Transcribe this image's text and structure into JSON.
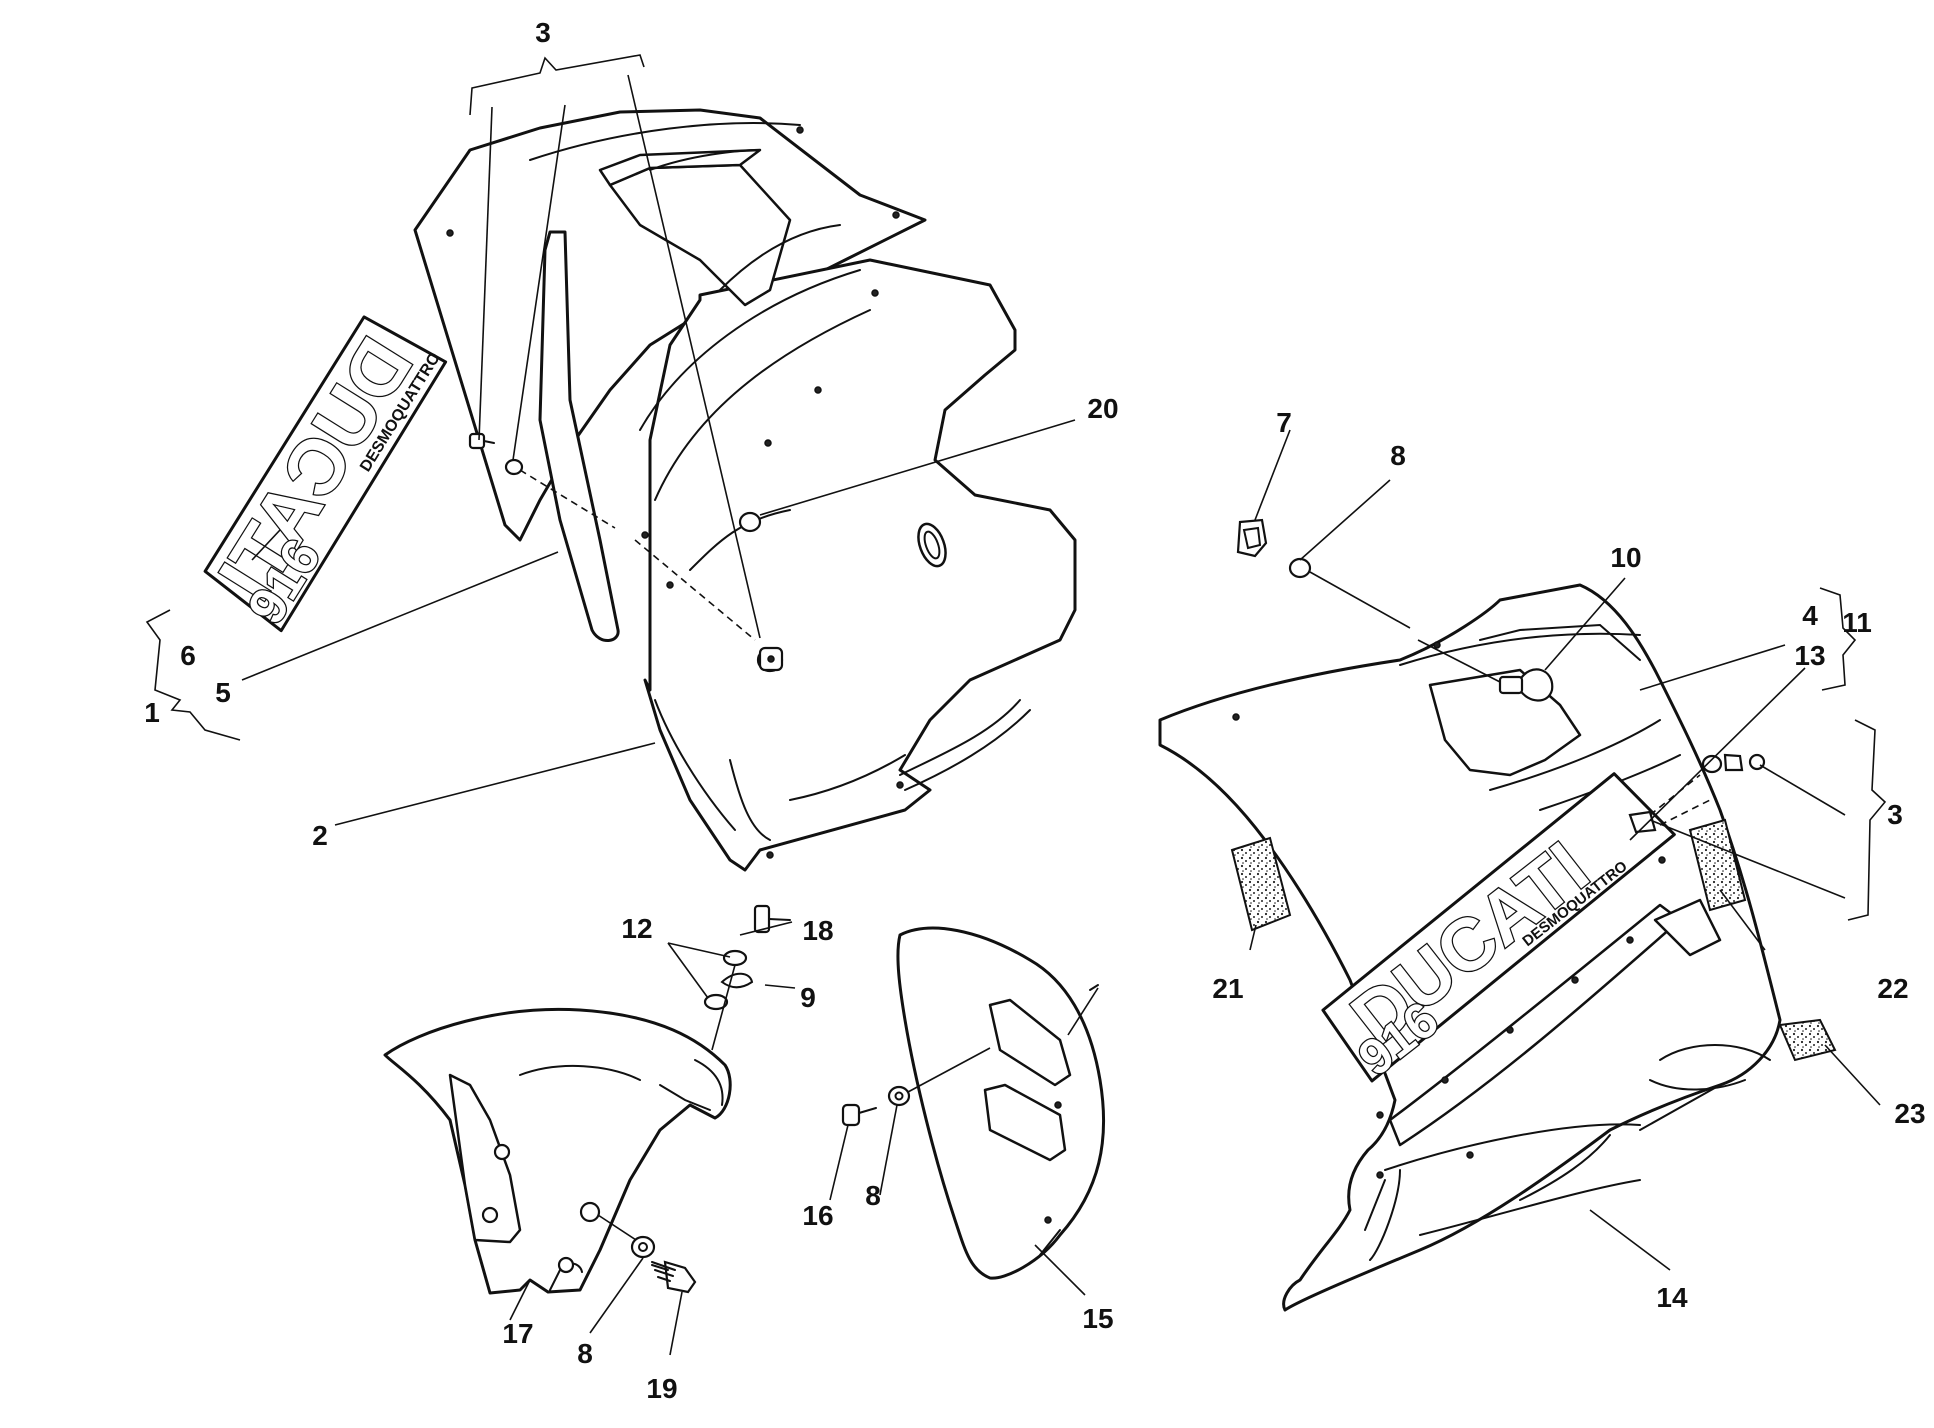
{
  "callouts": [
    {
      "id": "c1",
      "text": "1"
    },
    {
      "id": "c2",
      "text": "2"
    },
    {
      "id": "c3a",
      "text": "3"
    },
    {
      "id": "c3b",
      "text": "3"
    },
    {
      "id": "c4",
      "text": "4"
    },
    {
      "id": "c5",
      "text": "5"
    },
    {
      "id": "c6",
      "text": "6"
    },
    {
      "id": "c7",
      "text": "7"
    },
    {
      "id": "c8a",
      "text": "8"
    },
    {
      "id": "c8b",
      "text": "8"
    },
    {
      "id": "c8c",
      "text": "8"
    },
    {
      "id": "c9",
      "text": "9"
    },
    {
      "id": "c10",
      "text": "10"
    },
    {
      "id": "c11",
      "text": "11"
    },
    {
      "id": "c12",
      "text": "12"
    },
    {
      "id": "c13",
      "text": "13"
    },
    {
      "id": "c14",
      "text": "14"
    },
    {
      "id": "c15",
      "text": "15"
    },
    {
      "id": "c16",
      "text": "16"
    },
    {
      "id": "c17",
      "text": "17"
    },
    {
      "id": "c18",
      "text": "18"
    },
    {
      "id": "c19",
      "text": "19"
    },
    {
      "id": "c20",
      "text": "20"
    },
    {
      "id": "c21",
      "text": "21"
    },
    {
      "id": "c22",
      "text": "22"
    },
    {
      "id": "c23",
      "text": "23"
    }
  ],
  "decals": {
    "left_brand": "DUCATI",
    "left_model": "916",
    "left_sub": "DESMOQUATTRO",
    "right_brand": "DUCATI",
    "right_model": "916",
    "right_sub": "DESMOQUATTRO"
  }
}
